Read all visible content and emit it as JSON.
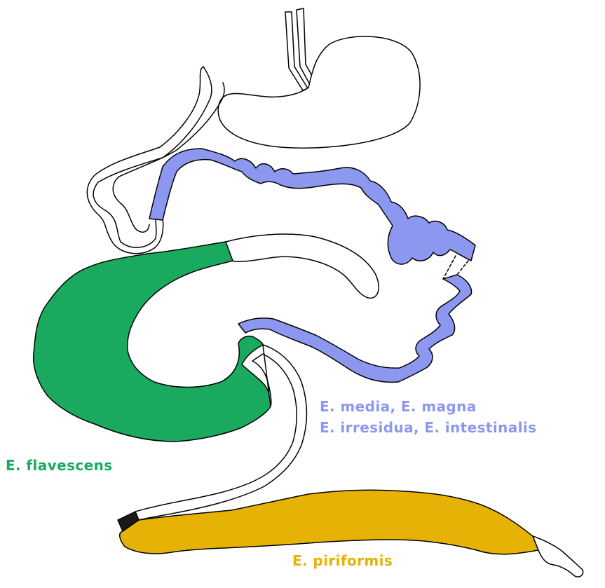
{
  "colors": {
    "background": "#ffffff",
    "outline": "#000000",
    "blue_region": "#8c97f0",
    "green_region": "#1aaa5f",
    "gold_region": "#e6b206",
    "dark_segment": "#1a1a1a",
    "unshaded": "#ffffff"
  },
  "labels": {
    "blue_line_1": "E. media, E. magna",
    "blue_line_2": "E. irresidua, E. intestinalis",
    "green": "E. flavescens",
    "gold": "E. piriformis"
  }
}
